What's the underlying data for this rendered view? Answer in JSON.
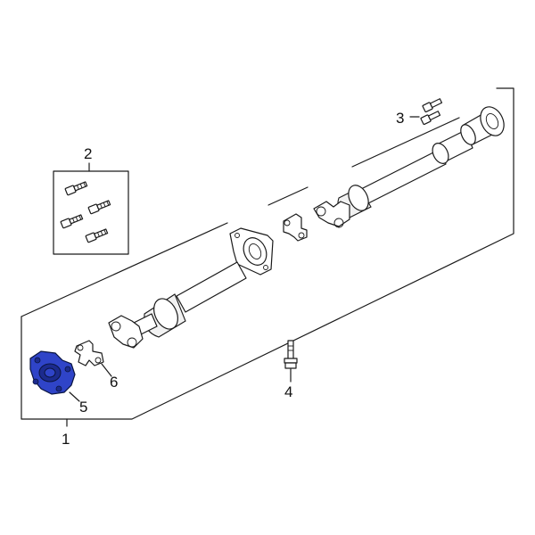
{
  "callouts": [
    {
      "id": "1",
      "text": "1"
    },
    {
      "id": "2",
      "text": "2"
    },
    {
      "id": "3",
      "text": "3"
    },
    {
      "id": "4",
      "text": "4"
    },
    {
      "id": "5",
      "text": "5"
    },
    {
      "id": "6",
      "text": "6"
    }
  ],
  "colors": {
    "highlight_part": "#2f44c8",
    "highlight_part_dark": "#1c2b8e",
    "line": "#1a1a1a",
    "background": "#ffffff"
  }
}
